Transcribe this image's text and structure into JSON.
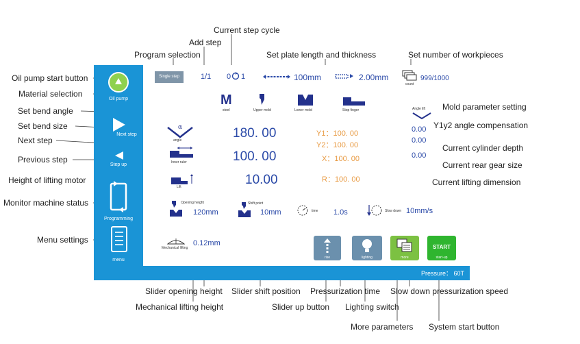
{
  "callouts": {
    "current_step_cycle": "Current step cycle",
    "add_step": "Add step",
    "program_selection": "Program selection",
    "set_plate": "Set plate length and thickness",
    "set_workpieces": "Set number of workpieces",
    "oil_pump_start": "Oil pump start button",
    "material_selection": "Material selection",
    "set_bend_angle": "Set bend angle",
    "set_bend_size": "Set bend size",
    "next_step": "Next step",
    "previous_step": "Previous step",
    "height_lifting_motor": "Height of lifting motor",
    "monitor_status": "Monitor machine status",
    "menu_settings": "Menu settings",
    "mold_parameter": "Mold parameter setting",
    "y1y2_angle": "Y1y2 angle compensation",
    "cylinder_depth": "Current cylinder depth",
    "rear_gear": "Current rear gear size",
    "lifting_dimension": "Current lifting dimension",
    "slider_opening": "Slider opening height",
    "slider_shift": "Slider shift position",
    "pressurization_time": "Pressurization time",
    "slow_down_speed": "Slow down pressurization speed",
    "mechanical_lifting": "Mechanical lifting height",
    "slider_up": "Slider up button",
    "lighting_switch": "Lighting switch",
    "more_parameters": "More parameters",
    "system_start": "System start button"
  },
  "sidebar": {
    "oil_pump": "Oil pump",
    "next_step": "Next step",
    "step_up": "Step up",
    "programming": "Programming",
    "menu": "menu"
  },
  "top": {
    "program_button": "Single step",
    "step_counter": "1/1",
    "cycle_left": "0",
    "cycle_right": "1",
    "plate_length": "100mm",
    "plate_thickness": "2.00mm",
    "workpieces": "999/1000",
    "count_label": "count"
  },
  "molds": {
    "material_glyph": "M",
    "steel": "steel",
    "upper_mold": "Upper mold",
    "lower_mold": "Lower mold",
    "stop_finger": "Stop finger",
    "angle_lift": "Angle lift"
  },
  "main": {
    "angle_label": "angle",
    "angle_value": "180. 00",
    "inner_ruler": "Inner ruler",
    "size_value": "100. 00",
    "lift_label": "Lift",
    "lift_value": "10.00",
    "y1": "Y1：100. 00",
    "y2": "Y2：100. 00",
    "x": "X：100. 00",
    "r": "R：100. 00",
    "comp1": "0.00",
    "comp2": "0.00",
    "comp3": "0.00"
  },
  "params": {
    "opening_label": "Opening height",
    "opening_value": "120mm",
    "shift_label": "Shift point",
    "shift_value": "10mm",
    "time_label": "time",
    "time_value": "1.0s",
    "slowdown_label": "Slow down",
    "slowdown_value": "10mm/s",
    "mech_label": "Mechanical lifting",
    "mech_value": "0.12mm"
  },
  "buttons": {
    "rise": "rise",
    "lighting": "lighting",
    "more": "more",
    "start": "START",
    "start_sub": "start-up"
  },
  "status": {
    "pressure": "Pressure：  60T"
  },
  "colors": {
    "sidebar_blue": "#1a94d6",
    "value_blue": "#2b4aa8",
    "axis_orange": "#e89a42",
    "oil_pump_green": "#8fd14f",
    "start_green": "#2fb52f",
    "more_green": "#7cc142",
    "btn_grey_blue": "#6b90ad"
  }
}
